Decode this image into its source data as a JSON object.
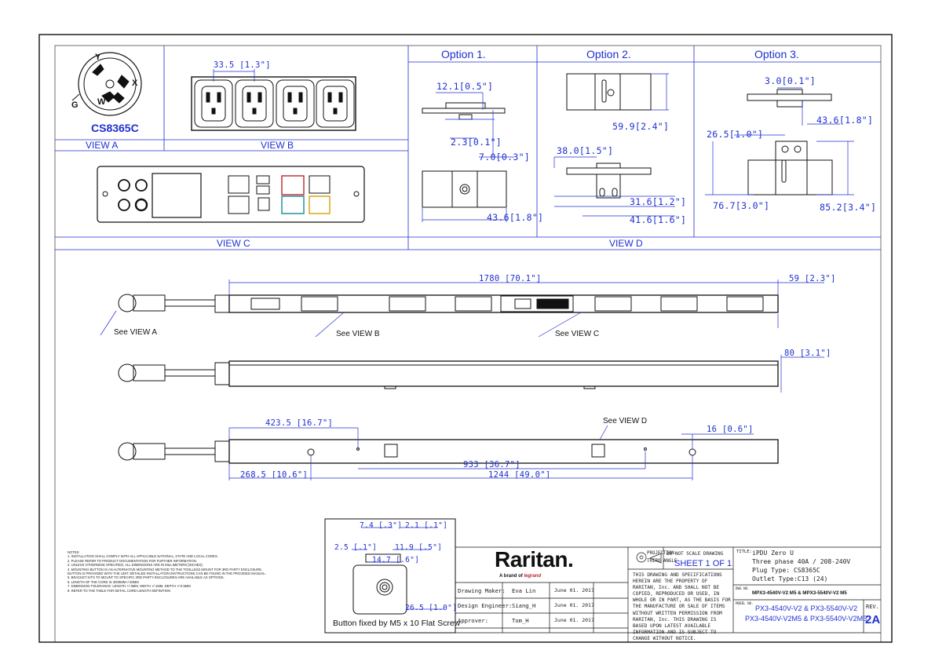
{
  "views": {
    "plug_type_label": "CS8365C",
    "view_a": "VIEW A",
    "view_b": "VIEW B",
    "view_c": "VIEW C",
    "view_d": "VIEW D",
    "option1": "Option 1.",
    "option2": "Option  2.",
    "option3": "Option 3.",
    "pin_y": "Y",
    "pin_x": "X",
    "pin_w": "W",
    "pin_g": "G"
  },
  "dimensions": {
    "b_pitch": "33.5 [1.3\"]",
    "o1_a": "12.1[0.5\"]",
    "o1_b": "2.3[0.1\"]",
    "o1_c": "7.0[0.3\"]",
    "o1_d": "43.6[1.8\"]",
    "o2_a": "59.9[2.4\"]",
    "o2_b": "38.0[1.5\"]",
    "o2_c": "31.6[1.2\"]",
    "o2_d": "41.6[1.6\"]",
    "o3_a": "3.0[0.1\"]",
    "o3_b": "43.6[1.8\"]",
    "o3_c": "26.5[1.0\"]",
    "o3_d": "76.7[3.0\"]",
    "o3_e": "85.2[3.4\"]",
    "overall_length": "1780 [70.1\"]",
    "width": "59 [2.3\"]",
    "depth": "80 [3.1\"]",
    "left_mount": "423.5 [16.7\"]",
    "end_offset": "16 [0.6\"]",
    "button_span": "933 [36.7\"]",
    "left_button": "268.5 [10.6\"]",
    "button_pitch": "1244 [49.0\"]",
    "btn_a": "7.4 [.3\"]",
    "btn_b": "2.1 [.1\"]",
    "btn_c": "2.5 [.1\"]",
    "btn_d": "11.9 [.5\"]",
    "btn_e": "14.7 [.6\"]",
    "btn_f": "26.5 [1.0\"]"
  },
  "callouts": {
    "see_a": "See VIEW A",
    "see_b": "See VIEW B",
    "see_c": "See VIEW C",
    "see_d": "See VIEW D"
  },
  "button_caption": "Button fixed by M5 x 10 Flat Screw",
  "notes": {
    "heading": "NOTES:",
    "items": [
      "1. INSTALLATION SHALL COMPLY WITH ALL APPLICABLE NATIONAL, STATE AND LOCAL CODES.",
      "2. PLEASE REFER TO PRODUCT DOCUMENTATION FOR FURTHER INFORMATION.",
      "3. UNLESS OTHERWISE SPECIFIED, ALL DIMENSIONS ARE IN MILLIMETERS [INCHES].",
      "4. MOUNTING BUTTON IS AN ALTERNATIVE MOUNTING METHOD TO THE TOOLLESS MOUNT FOR 3RD PARTY ENCLOSURE.",
      "   BUTTON IS PROVIDED WITH THE UNIT. DETAILED INSTALLATION INSTRUCTIONS CAN BE FOUND IN THE PROVIDED MANUAL.",
      "5. BRACKET KITS TO MOUNT TO SPECIFIC 3RD PARTY ENCLOSURES ARE AVAILABLE AS OPTIONS.",
      "6. LENGTH OF THE CORD IS 3000MM+/-30MM",
      "7. DIMENSION TOLERANCE: LENGTH +/-3MM, WIDTH +/-1MM, DEPTH +/-0.5MM",
      "8. REFER TO THE TABLE FOR DETAIL CORD LENGTH DEFINITION"
    ]
  },
  "title_block": {
    "brand": "Raritan.",
    "brand_tag": "A brand of",
    "brand_parent": "legrand",
    "rows": [
      {
        "role": "Drawing Maker:",
        "name": "Eva Lin",
        "date": "June 01. 2017"
      },
      {
        "role": "Design Engineer:",
        "name": "Siang_H",
        "date": "June 01. 2017"
      },
      {
        "role": "Approver:",
        "name": "Tom_H",
        "date": "June 01. 2017"
      }
    ],
    "projection": "PROJECTION",
    "third_angle": "THIRD ANGLE",
    "no_scale": "DO NOT SCALE DRAWING",
    "sheet": "SHEET 1 OF 1",
    "disclaimer": "THIS DRAWING AND SPECIFICATIONS HEREIN ARE THE PROPERTY OF RARITAN, Inc. AND SHALL NOT BE COPIED, REPRODUCED OR USED, IN WHOLE OR IN PART, AS THE BASIS FOR THE MANUFACTURE OR SALE OF ITEMS WITHOUT WRITTEN PERMISSION FROM RARITAN, Inc. THIS DRAWING IS BASED UPON LATEST AVAILABLE INFORMATION AND IS SUBJECT TO CHANGE WITHOUT NOTICE.",
    "title_key": "TITLE:",
    "title_lines": [
      "iPDU Zero U",
      "Three phase 40A / 208-240V",
      "Plug Type: CS8365C",
      "Outlet Type:C13 (24)"
    ],
    "dwg_key": "DWG NO.",
    "dwg_no": "MPX3-4540V-V2 M5 & MPX3-5540V-V2 M5",
    "model_key": "MODEL NO.",
    "model_1": "PX3-4540V-V2 & PX3-5540V-V2",
    "model_2": "PX3-4540V-V2M5 & PX3-5540V-V2M5",
    "rev_key": "REV.",
    "rev": "2A"
  },
  "colors": {
    "accent": "#1f2fd0",
    "line": "#222222"
  }
}
